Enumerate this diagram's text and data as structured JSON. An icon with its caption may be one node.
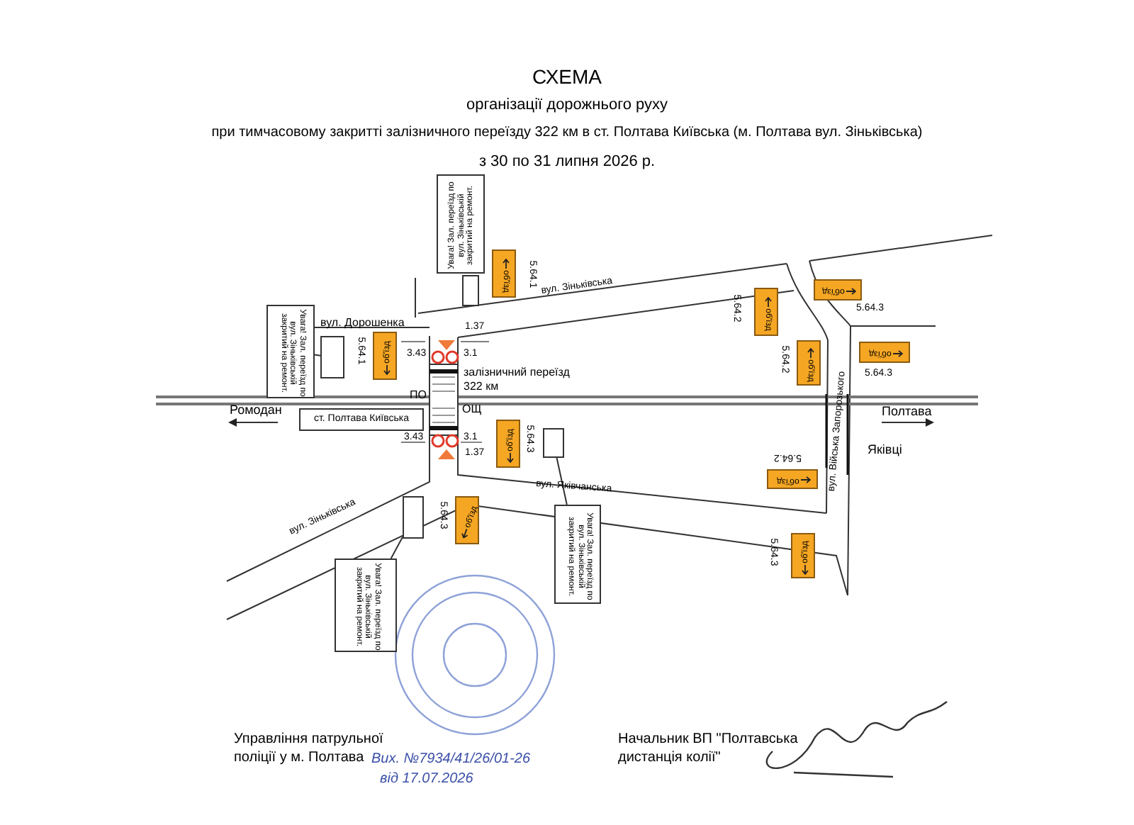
{
  "diagram": {
    "title": "СХЕМА",
    "nodes": [
      {
        "text": [
          "Увага! Зал. переїзд по вул. Зіньківській закритий на ремонт."
        ]
      },
      {
        "text": [],
        "shape": "box"
      },
      {
        "text": [
          "об'їзд"
        ],
        "beside": [
          "5.64.1"
        ]
      },
      {
        "text": [
          "об'їзд"
        ],
        "beside": [
          "5.64.3"
        ]
      },
      {
        "text": [
          "об'їзд"
        ],
        "beside": [
          "5.64.2"
        ]
      },
      {
        "text": [
          "Увага! Зал. переїзд по вул. Зіньківській закритий на ремонт."
        ]
      },
      {
        "text": [],
        "shape": "box"
      },
      {
        "text": [
          "об'їзд"
        ],
        "beside": [
          "5.64.1"
        ]
      },
      {
        "text": [
          "об'їзд"
        ],
        "beside": [
          "5.64.2"
        ]
      },
      {
        "text": [
          "об'їзд"
        ],
        "beside": [
          "5.64.3"
        ]
      },
      {
        "text": [
          "ст. Полтава Київська"
        ]
      },
      {
        "text": [
          "об'їзд"
        ],
        "beside": [
          "5.64.3"
        ]
      },
      {
        "text": [],
        "shape": "box"
      },
      {
        "text": [
          "об'їзд"
        ],
        "beside": [
          "5.64.2"
        ]
      },
      {
        "text": [],
        "shape": "box"
      },
      {
        "text": [
          "об'їзд"
        ],
        "beside": [
          "5.64.3"
        ]
      },
      {
        "text": [
          "Увага! Зал. переїзд по вул. Зіньківській закритий на ремонт."
        ]
      },
      {
        "text": [
          "об'їзд"
        ],
        "beside": [
          "5.64.3"
        ]
      },
      {
        "text": [
          "Увага! Зал. переїзд по вул. Зіньківській закритий на ремонт."
        ]
      }
    ],
    "edges": [
      {
        "from": 5,
        "to": 6,
        "arrow": "none"
      },
      {
        "from": 18,
        "to": 14,
        "arrow": "none"
      },
      {
        "from": 16,
        "to": 12,
        "arrow": "none"
      }
    ],
    "labels": [
      "організації дорожнього руху",
      "при тимчасовому закритті залізничного переїзду 322 км в ст. Полтава Київська (м. Полтава вул. Зіньківська)",
      "з 30 по 31 липня 2026 р.",
      "вул. Зіньківська",
      "вул. Дорошенка",
      "3.43",
      "3.1",
      "1.37",
      "залізничний переїзд 322 км",
      "ПО",
      "ОЩ",
      "Ромодан",
      "3.43",
      "3.1",
      "1.37",
      "вул. Яківчанська",
      "вул. Зіньківська",
      "вул. Війська Запорозького",
      "Полтава",
      "Яківці",
      "Управління патрульної поліції у м. Полтава",
      "Вих. №7934/41/26/01-26",
      "від 17.07.2026",
      "Начальник ВП \"Полтавська дистанція колії\""
    ]
  }
}
